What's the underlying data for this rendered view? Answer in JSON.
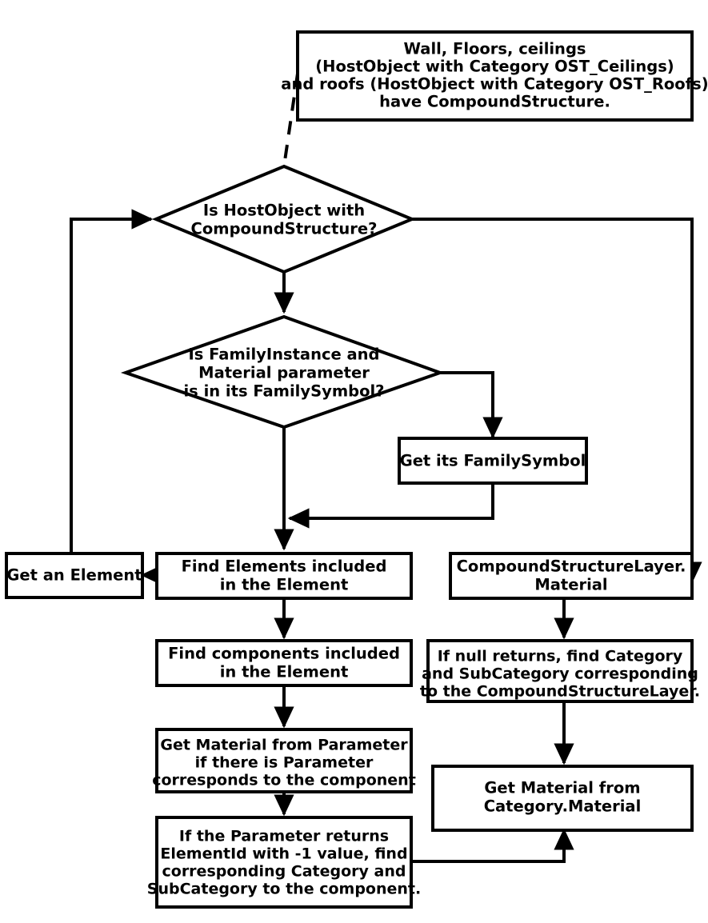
{
  "diagram": {
    "title": "Revit element material resolution flowchart",
    "background_color": "#ffffff",
    "line_color": "#000000",
    "node_fill": "#ffffff"
  },
  "nodes": {
    "note_compound_structure": {
      "shape": "note-box",
      "lines": [
        "Wall, Floors, ceilings",
        "(HostObject with Category OST_Ceilings)",
        "and roofs (HostObject with Category OST_Roofs)",
        "have CompoundStructure."
      ]
    },
    "decision_hostobject": {
      "shape": "diamond",
      "lines": [
        "Is HostObject with",
        "CompoundStructure?"
      ]
    },
    "decision_familyinstance": {
      "shape": "diamond",
      "lines": [
        "Is FamilyInstance and",
        "Material parameter",
        "is in its FamilySymbol?"
      ]
    },
    "get_family_symbol": {
      "shape": "box",
      "lines": [
        "Get its FamilySymbol"
      ]
    },
    "get_an_element": {
      "shape": "box",
      "lines": [
        "Get an Element"
      ]
    },
    "find_elements_included": {
      "shape": "box",
      "lines": [
        "Find Elements included",
        "in the Element"
      ]
    },
    "compound_structure_layer_material": {
      "shape": "box",
      "lines": [
        "CompoundStructureLayer.",
        "Material"
      ]
    },
    "find_components_included": {
      "shape": "box",
      "lines": [
        "Find components included",
        "in the Element"
      ]
    },
    "if_null_returns": {
      "shape": "box",
      "lines": [
        "If null returns, find Category",
        "and SubCategory corresponding",
        "to the CompoundStructureLayer."
      ]
    },
    "get_material_from_parameter": {
      "shape": "box",
      "lines": [
        "Get Material from Parameter",
        "if there is Parameter",
        "corresponds to the component"
      ]
    },
    "get_material_from_category": {
      "shape": "box",
      "lines": [
        "Get Material from",
        "Category.Material"
      ]
    },
    "if_parameter_returns_elementid": {
      "shape": "box",
      "lines": [
        "If the Parameter returns",
        "ElementId with -1 value, find",
        "corresponding Category and",
        "SubCategory to the component."
      ]
    }
  },
  "edges": [
    {
      "name": "note-to-decision-hostobject",
      "style": "dashed",
      "arrow": false
    },
    {
      "name": "get-an-element-to-decision-hostobject",
      "style": "solid",
      "arrow": true
    },
    {
      "name": "decision-hostobject-no-to-decision-familyinstance",
      "style": "solid",
      "arrow": true
    },
    {
      "name": "decision-hostobject-yes-to-compound-structure-layer",
      "style": "solid",
      "arrow": true
    },
    {
      "name": "decision-familyinstance-yes-to-get-family-symbol",
      "style": "solid",
      "arrow": true
    },
    {
      "name": "get-family-symbol-to-merge",
      "style": "solid",
      "arrow": true
    },
    {
      "name": "decision-familyinstance-no-to-find-elements",
      "style": "solid",
      "arrow": true
    },
    {
      "name": "find-elements-to-get-an-element",
      "style": "solid",
      "arrow": true
    },
    {
      "name": "find-elements-to-find-components",
      "style": "solid",
      "arrow": true
    },
    {
      "name": "find-components-to-get-material-from-parameter",
      "style": "solid",
      "arrow": true
    },
    {
      "name": "get-material-from-parameter-to-if-parameter-returns",
      "style": "solid",
      "arrow": true
    },
    {
      "name": "compound-structure-layer-to-if-null-returns",
      "style": "solid",
      "arrow": true
    },
    {
      "name": "if-null-returns-to-get-material-from-category",
      "style": "solid",
      "arrow": true
    },
    {
      "name": "if-parameter-returns-to-get-material-from-category",
      "style": "solid",
      "arrow": true
    }
  ]
}
